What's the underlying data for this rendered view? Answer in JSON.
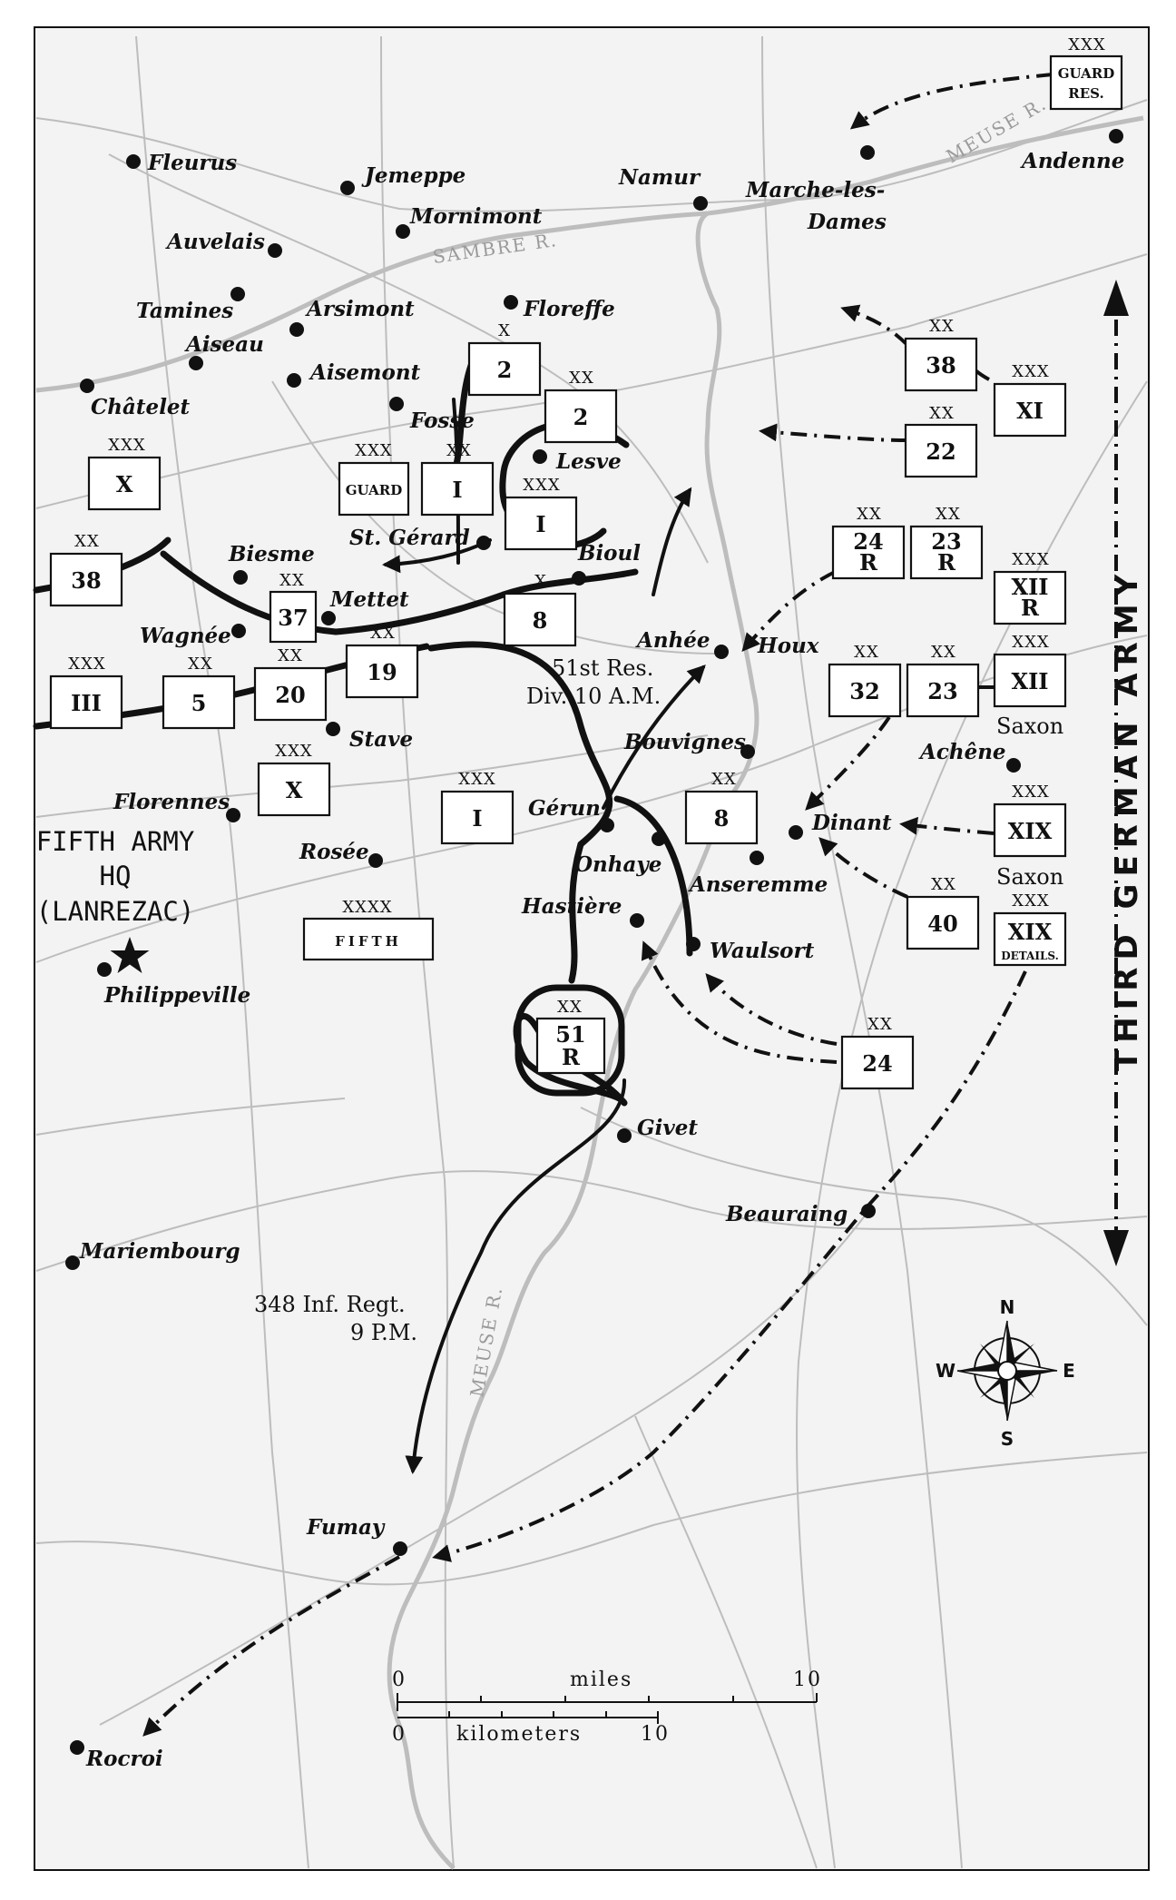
{
  "towns": {
    "fleurus": "Fleurus",
    "jemeppe": "Jemeppe",
    "namur": "Namur",
    "marche": "Marche-les-",
    "marche2": "Dames",
    "andenne": "Andenne",
    "mornimont": "Mornimont",
    "auvelais": "Auvelais",
    "floreffe": "Floreffe",
    "tamines": "Tamines",
    "arsimont": "Arsimont",
    "aiseau": "Aiseau",
    "aisemont": "Aisemont",
    "chatelet": "Châtelet",
    "fosse": "Fosse",
    "lesve": "Lesve",
    "stgerard": "St. Gérard",
    "bioul": "Bioul",
    "biesme": "Biesme",
    "mettet": "Mettet",
    "wagnee": "Wagnée",
    "anhee": "Anhée",
    "houx": "Houx",
    "bouvignes": "Bouvignes",
    "stave": "Stave",
    "acheneLabel": "Achêne",
    "florennes": "Florennes",
    "gerun": "Gérun",
    "dinant": "Dinant",
    "rosee": "Rosée",
    "onhaye": "Onhaye",
    "anseremme": "Anseremme",
    "hastiere": "Hastière",
    "waulsort": "Waulsort",
    "philippeville": "Philippeville",
    "givet": "Givet",
    "beauraing": "Beauraing",
    "mariembourg": "Mariembourg",
    "fumay": "Fumay",
    "rocroi": "Rocroi"
  },
  "rivers": {
    "meuse_ne": "MEUSE R.",
    "sambre": "SAMBRE R.",
    "meuse_s": "MEUSE R."
  },
  "units": {
    "guard_res": {
      "echelon": "XXX",
      "line1": "GUARD",
      "line2": "RES."
    },
    "u2_brigade": {
      "echelon": "X",
      "label": "2"
    },
    "u2_div": {
      "echelon": "XX",
      "label": "2"
    },
    "u38_ne": {
      "echelon": "XX",
      "label": "38"
    },
    "xi": {
      "echelon": "XXX",
      "label": "XI"
    },
    "u22": {
      "echelon": "XX",
      "label": "22"
    },
    "x_corps": {
      "echelon": "XXX",
      "label": "X"
    },
    "guard": {
      "echelon": "XXX",
      "label": "GUARD"
    },
    "i_div": {
      "echelon": "XX",
      "label": "I"
    },
    "i_corps_n": {
      "echelon": "XXX",
      "label": "I"
    },
    "u24r": {
      "echelon": "XX",
      "line1": "24",
      "line2": "R"
    },
    "u23r": {
      "echelon": "XX",
      "line1": "23",
      "line2": "R"
    },
    "xiir": {
      "echelon": "XXX",
      "line1": "XII",
      "line2": "R"
    },
    "u38_w": {
      "echelon": "XX",
      "label": "38"
    },
    "u37": {
      "echelon": "XX",
      "label": "37"
    },
    "u8_brigade": {
      "echelon": "X",
      "label": "8"
    },
    "u19": {
      "echelon": "XX",
      "label": "19"
    },
    "u32": {
      "echelon": "XX",
      "label": "32"
    },
    "u23": {
      "echelon": "XX",
      "label": "23"
    },
    "xii": {
      "echelon": "XXX",
      "label": "XII"
    },
    "iii": {
      "echelon": "XXX",
      "label": "III"
    },
    "u5": {
      "echelon": "XX",
      "label": "5"
    },
    "u20": {
      "echelon": "XX",
      "label": "20"
    },
    "x_corps_s": {
      "echelon": "XXX",
      "label": "X"
    },
    "i_corps_s": {
      "echelon": "XXX",
      "label": "I"
    },
    "u8_div": {
      "echelon": "XX",
      "label": "8"
    },
    "xix": {
      "echelon": "XXX",
      "label": "XIX"
    },
    "fifth": {
      "echelon": "XXXX",
      "label": "FIFTH"
    },
    "u40": {
      "echelon": "XX",
      "label": "40"
    },
    "xix_det": {
      "echelon": "XXX",
      "line1": "XIX",
      "line2": "DETAILS."
    },
    "u51r": {
      "echelon": "XX",
      "line1": "51",
      "line2": "R"
    },
    "u24": {
      "echelon": "XX",
      "label": "24"
    }
  },
  "notes": {
    "res_div_1": "51st Res.",
    "res_div_2": "Div. 10 A.M.",
    "saxon_1": "Saxon",
    "saxon_2": "Saxon",
    "regt_1": "348 Inf. Regt.",
    "regt_2": "9 P.M."
  },
  "hq": {
    "line1": "FIFTH ARMY",
    "line2": "HQ",
    "line3": "(LANREZAC)"
  },
  "army_label": "THIRD GERMAN ARMY",
  "scale": {
    "miles_label": "miles",
    "km_label": "kilometers",
    "zero_a": "0",
    "ten_a": "10",
    "zero_b": "0",
    "ten_b": "10"
  },
  "compass": {
    "n": "N",
    "s": "S",
    "e": "E",
    "w": "W"
  }
}
